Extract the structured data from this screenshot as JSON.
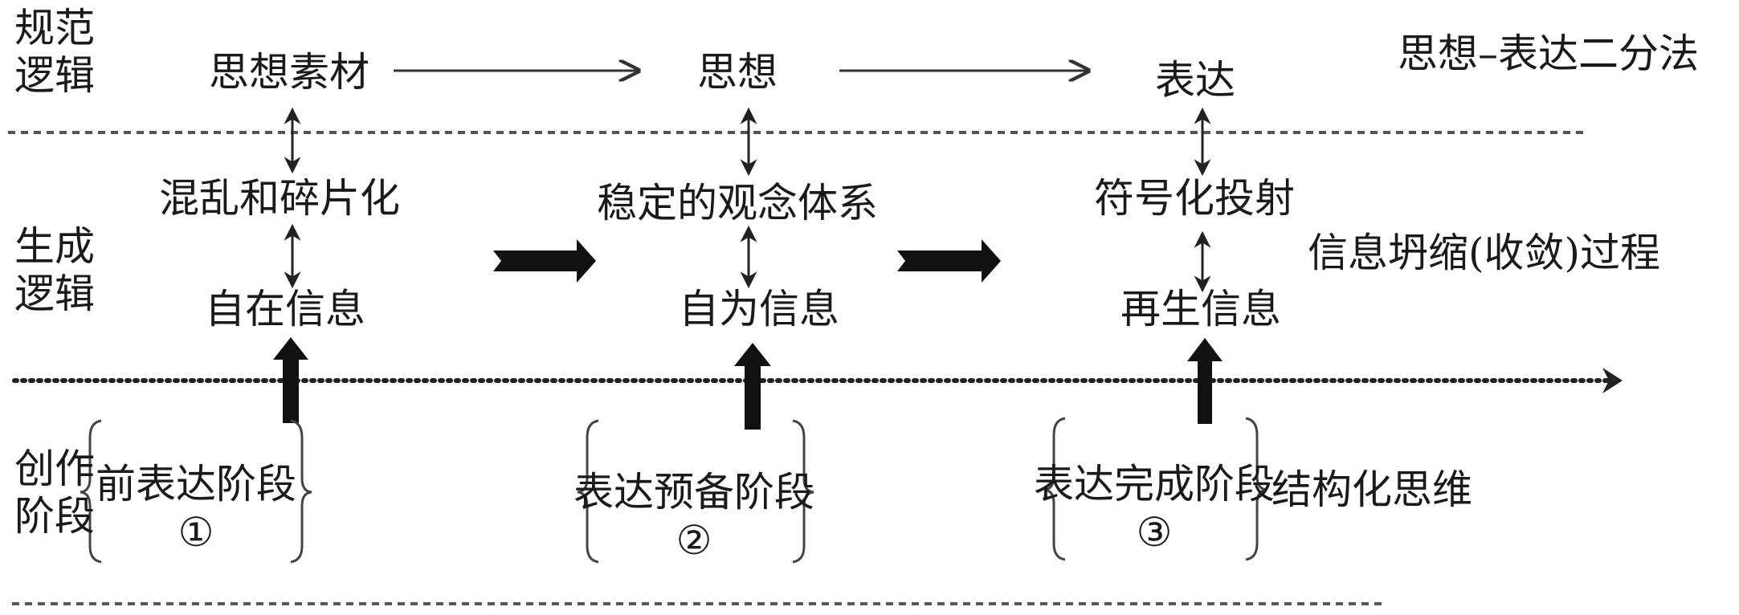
{
  "rows": {
    "normative_logic": {
      "label_line1": "规范",
      "label_line2": "逻辑"
    },
    "generative_logic": {
      "label_line1": "生成",
      "label_line2": "逻辑"
    },
    "creation_stage": {
      "label_line1": "创作",
      "label_line2": "阶段"
    }
  },
  "normative": {
    "nodes": [
      "思想素材",
      "思想",
      "表达"
    ],
    "annotation": "思想–表达二分法"
  },
  "generative": {
    "upper_nodes": [
      "混乱和碎片化",
      "稳定的观念体系",
      "符号化投射"
    ],
    "lower_nodes": [
      "自在信息",
      "自为信息",
      "再生信息"
    ],
    "annotation": "信息坍缩(收敛)过程"
  },
  "stages": {
    "items": [
      {
        "name": "前表达阶段",
        "number": "①"
      },
      {
        "name": "表达预备阶段",
        "number": "②"
      },
      {
        "name": "表达完成阶段",
        "number": "③"
      }
    ],
    "annotation": "结构化思维"
  },
  "colors": {
    "ink": "#1a1a1a",
    "line": "#333333",
    "dash": "#555555"
  }
}
